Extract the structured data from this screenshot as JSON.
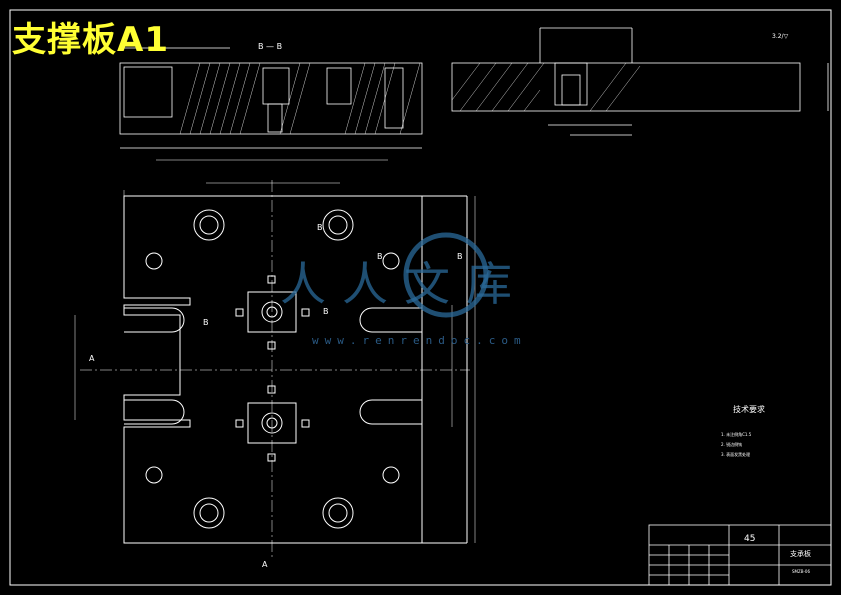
{
  "drawing_title": "支撑板A1",
  "watermark": {
    "text": "人人文库",
    "url": "www.renrendoc.com"
  },
  "section_labels": {
    "top_left": "B — B",
    "plan_a_top": "A",
    "plan_a_bottom": "A",
    "plan_b_marks": [
      "B",
      "B",
      "B",
      "B",
      "B"
    ]
  },
  "roughness_mark": "3.2/▽",
  "tech_requirements": {
    "title": "技术要求",
    "items": [
      "1. 未注倒角C1.5",
      "2. 锐边倒钝",
      "3. 表面发黑处理"
    ]
  },
  "title_block": {
    "material": "45",
    "part_name": "支承板",
    "drawing_no": "SMZB-06"
  },
  "colors": {
    "line": "#ffffff",
    "title": "#ffff33",
    "watermark": "#2a6a9a"
  }
}
